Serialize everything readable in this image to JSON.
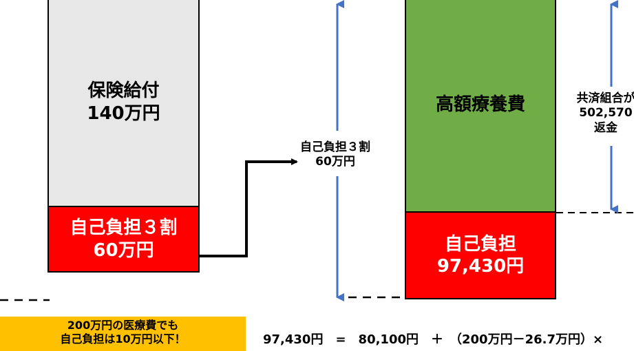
{
  "left_column": {
    "insurance_line1": "保険給付",
    "insurance_line2": "140万円",
    "self_pay_line1": "自己負担３割",
    "self_pay_line2": "60万円"
  },
  "middle_label": {
    "line1": "自己負担３割",
    "line2": "60万円"
  },
  "right_column": {
    "high_cost_label": "高額療養費",
    "self_pay_line1": "自己負担",
    "self_pay_line2": "97,430円"
  },
  "refund_label": {
    "line1": "共済組合が",
    "line2": "502,570",
    "line3": "返金"
  },
  "note": {
    "line1": "200万円の医療費でも",
    "line2": "自己負担は10万円以下！"
  },
  "formula": {
    "text": "97,430円　=　80,100円　＋　（200万円－26.7万円）×"
  },
  "colors": {
    "insurance_fill": "#e7e7e7",
    "self_pay_fill": "#ff0000",
    "high_cost_fill": "#70ad47",
    "note_fill": "#ffc000",
    "arrow_blue": "#4472c4"
  }
}
